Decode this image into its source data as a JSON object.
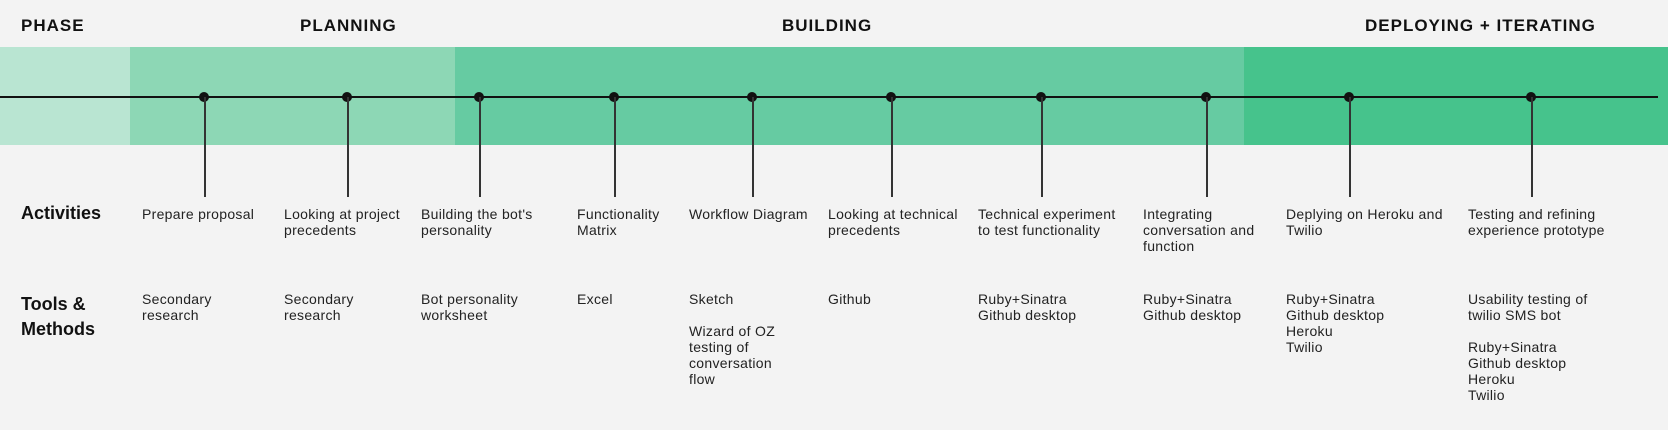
{
  "phase_header": "PHASE",
  "phases": [
    {
      "label": "PLANNING",
      "color": "#8dd7b5"
    },
    {
      "label": "BUILDING",
      "color": "#66cba2"
    },
    {
      "label": "DEPLOYING + ITERATING",
      "color": "#46c38c"
    }
  ],
  "lead_band_color": "#b9e5d2",
  "row_labels": {
    "activities": "Activities",
    "tools": "Tools &\nMethods"
  },
  "steps": [
    {
      "activity": "Prepare proposal",
      "tools": "Secondary\nresearch"
    },
    {
      "activity": "Looking at project\nprecedents",
      "tools": "Secondary\nresearch"
    },
    {
      "activity": "Building the bot's\npersonality",
      "tools": "Bot personality\nworksheet"
    },
    {
      "activity": "Functionality\nMatrix",
      "tools": "Excel"
    },
    {
      "activity": "Workflow Diagram",
      "tools": "Sketch\n\nWizard of OZ\ntesting of\nconversation\nflow"
    },
    {
      "activity": "Looking at technical\nprecedents",
      "tools": "Github"
    },
    {
      "activity": "Technical experiment\nto test functionality",
      "tools": "Ruby+Sinatra\nGithub desktop"
    },
    {
      "activity": "Integrating\nconversation and\nfunction",
      "tools": "Ruby+Sinatra\nGithub desktop"
    },
    {
      "activity": "Deplying on Heroku and\nTwilio",
      "tools": "Ruby+Sinatra\nGithub desktop\nHeroku\nTwilio"
    },
    {
      "activity": "Testing and refining\nexperience prototype",
      "tools": "Usability testing of\ntwilio SMS bot\n\nRuby+Sinatra\nGithub desktop\nHeroku\nTwilio"
    }
  ]
}
